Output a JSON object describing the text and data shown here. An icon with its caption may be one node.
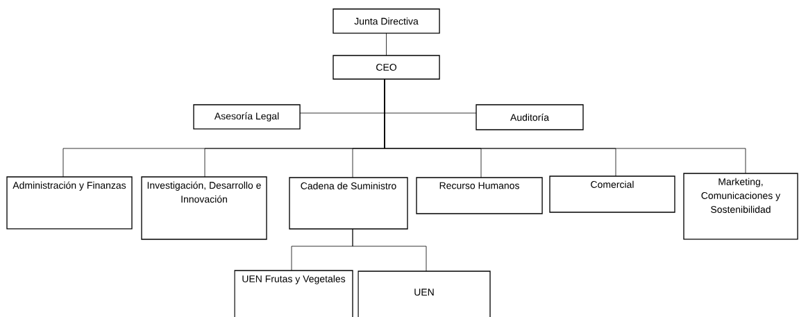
{
  "diagram": {
    "nodes": [
      {
        "text": [
          "Junta Directiva"
        ]
      },
      {
        "text": [
          "CEO"
        ]
      },
      {
        "text": [
          "Asesoría Legal"
        ]
      },
      {
        "text": [
          "Auditoría"
        ]
      },
      {
        "text": [
          "Administración y Finanzas"
        ]
      },
      {
        "text": [
          "Investigación, Desarrollo e Innovación"
        ]
      },
      {
        "text": [
          "Cadena de Suministro"
        ]
      },
      {
        "text": [
          "Recurso Humanos"
        ]
      },
      {
        "text": [
          "Comercial"
        ]
      },
      {
        "text": [
          "Marketing, Comunicaciones y Sostenibilidad"
        ]
      },
      {
        "text": [
          "UEN Frutas y Vegetales"
        ]
      },
      {
        "text": [
          "UEN"
        ]
      }
    ],
    "edges": [
      {
        "from": 0,
        "to": 1,
        "arrow": "none"
      },
      {
        "from": 1,
        "to": 2,
        "arrow": "none"
      },
      {
        "from": 1,
        "to": 3,
        "arrow": "none"
      },
      {
        "from": 1,
        "to": 4,
        "arrow": "none"
      },
      {
        "from": 1,
        "to": 5,
        "arrow": "none"
      },
      {
        "from": 1,
        "to": 6,
        "arrow": "none"
      },
      {
        "from": 1,
        "to": 7,
        "arrow": "none"
      },
      {
        "from": 1,
        "to": 8,
        "arrow": "none"
      },
      {
        "from": 1,
        "to": 9,
        "arrow": "none"
      },
      {
        "from": 6,
        "to": 10,
        "arrow": "none"
      },
      {
        "from": 6,
        "to": 11,
        "arrow": "none"
      }
    ]
  }
}
